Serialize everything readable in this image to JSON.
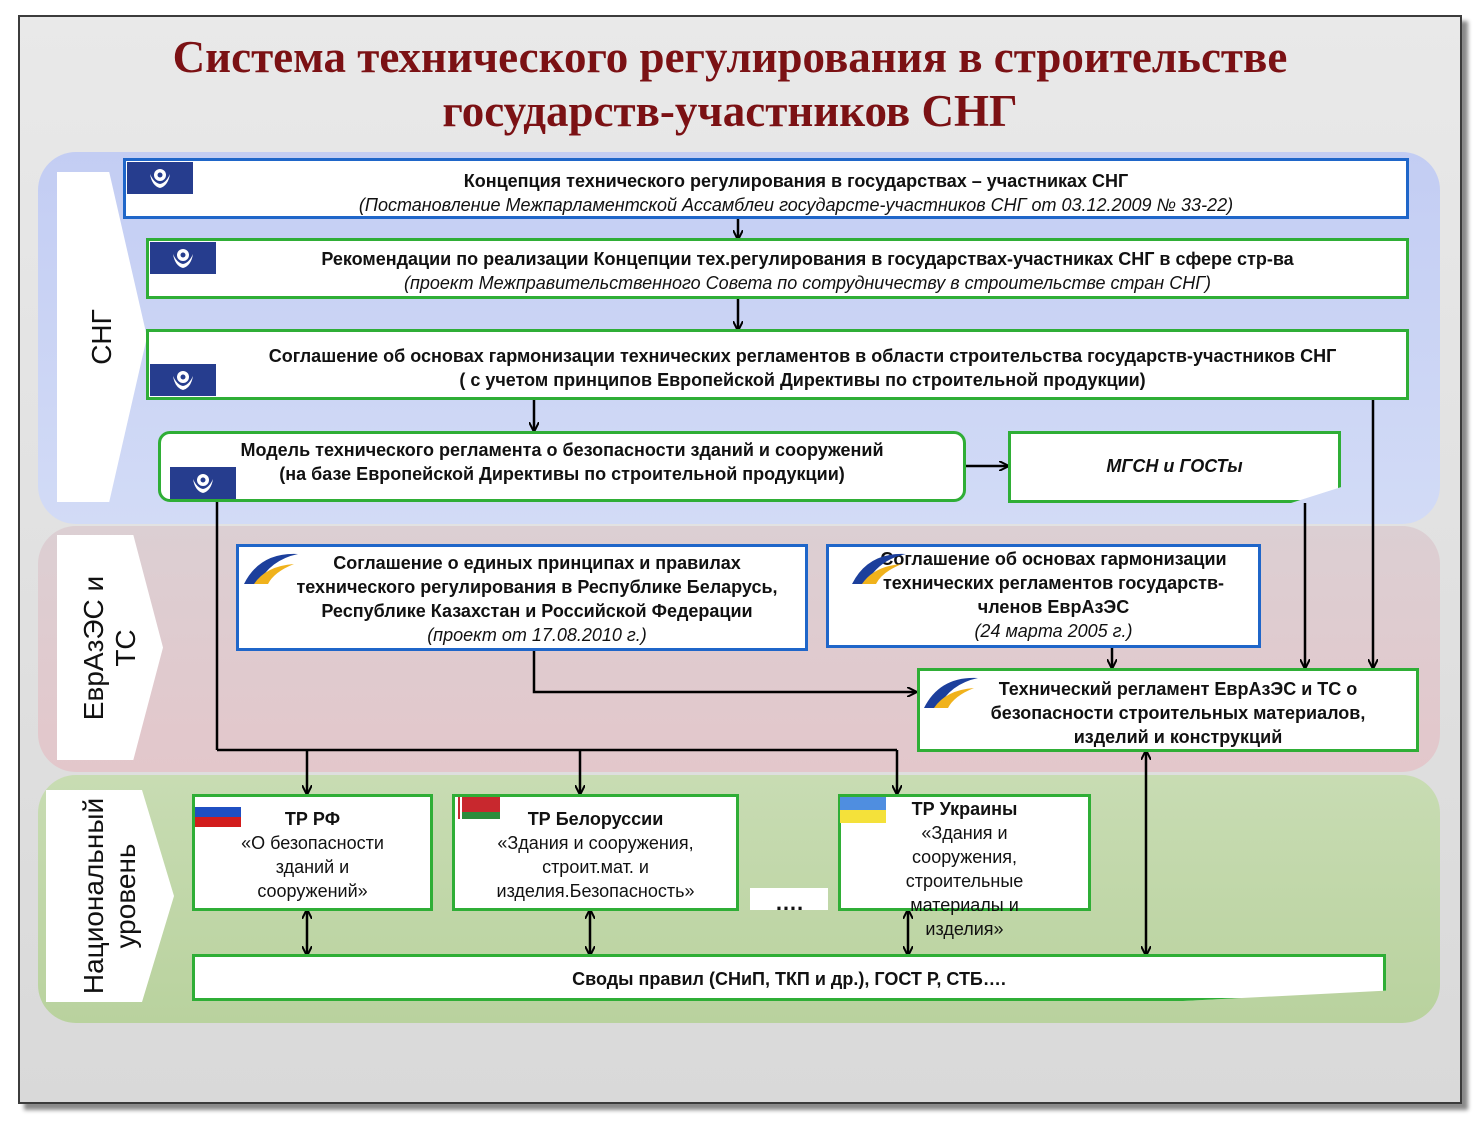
{
  "title": "Система технического регулирования в строительстве государств-участников СНГ",
  "levels": {
    "cis": "СНГ",
    "eurasec": "ЕврАзЭС и ТС",
    "national": "Национальный уровень"
  },
  "cis_boxes": {
    "concept_title": "Концепция технического регулирования в государствах – участниках  СНГ",
    "concept_note": "(Постановление Межпарламентской Ассамблеи государсте-участников СНГ от 03.12.2009 № 33-22)",
    "recommendations_title": "Рекомендации по реализации Концепции тех.регулирования в государствах-участниках СНГ в сфере стр-ва",
    "recommendations_note": "(проект Межправительственного Совета по сотрудничеству в строительстве стран СНГ)",
    "agreement_title": "Соглашение об основах гармонизации технических регламентов в области строительства государств-участников СНГ",
    "agreement_note": "( с учетом принципов Европейской Директивы по строительной продукции)",
    "model_title": "Модель технического регламента о безопасности зданий и сооружений",
    "model_note": "(на базе Европейской Директивы по строительной продукции)",
    "mgsn": "МГСН  и ГОСТы"
  },
  "eurasec_boxes": {
    "unified_title": "Соглашение о единых принципах и правилах технического регулирования в Республике Беларусь, Республике Казахстан и Российской Федерации",
    "unified_note": "(проект от 17.08.2010 г.)",
    "harmonization_title": "Соглашение об основах гармонизации технических регламентов государств-членов ЕврАзЭС",
    "harmonization_note": "(24 марта 2005 г.)",
    "tr_title": "Технический регламент ЕврАзЭС и ТС о безопасности строительных материалов, изделий и конструкций"
  },
  "national_boxes": {
    "rf_head": "ТР  РФ",
    "rf_body": "«О безопасности зданий и сооружений»",
    "by_head": "ТР  Белоруссии",
    "by_body": "«Здания и сооружения, строит.мат. и изделия.Безопасность»",
    "ua_head": "ТР  Украины",
    "ua_body": "«Здания и сооружения, строительные материалы и изделия»",
    "ellipsis": "….",
    "codes": "Своды правил (СНиП, ТКП и др.), ГОСТ Р, СТБ…."
  },
  "colors": {
    "title": "#7b1114",
    "blue_border": "#1f66c9",
    "green_border": "#2fae36",
    "cis_logo_bg": "#263d8e",
    "band_cis": "#c3cdf3",
    "band_eurasec": "#e3c7cb",
    "band_national": "#b9d29e"
  },
  "icons": [
    "cis-emblem-icon",
    "eurasec-logo-icon",
    "russia-flag-icon",
    "belarus-flag-icon",
    "ukraine-flag-icon"
  ]
}
